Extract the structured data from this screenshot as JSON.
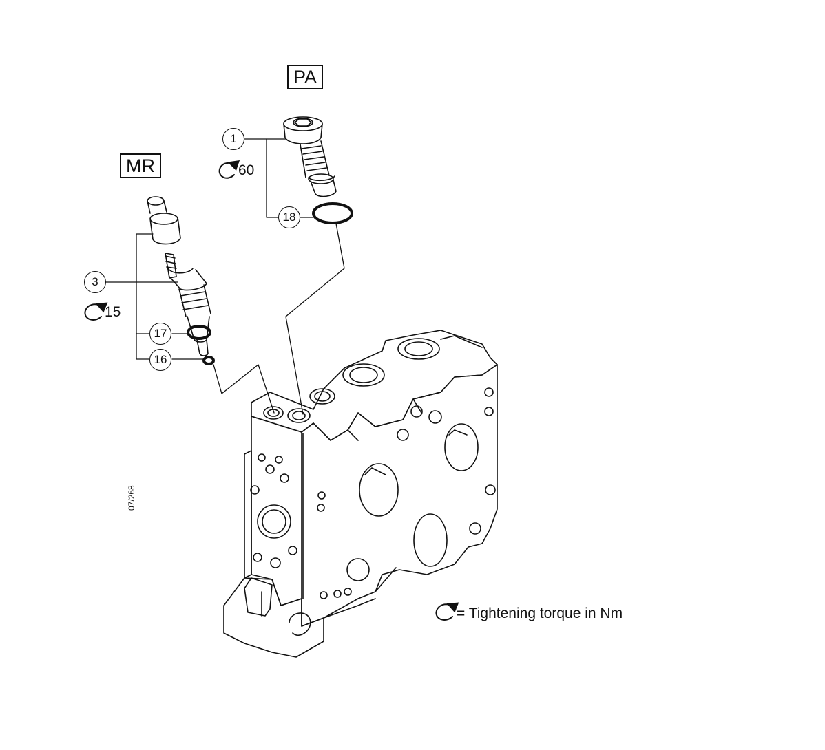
{
  "labels": {
    "pa": "PA",
    "mr": "MR"
  },
  "callouts": {
    "c1": "1",
    "c18": "18",
    "c3": "3",
    "c17": "17",
    "c16": "16"
  },
  "torques": {
    "pa": "60",
    "mr": "15"
  },
  "legend": {
    "text": "= Tightening torque in Nm"
  },
  "reference": {
    "text": "07/268"
  },
  "icons": {
    "torque": "clockwise-arrow-icon"
  }
}
